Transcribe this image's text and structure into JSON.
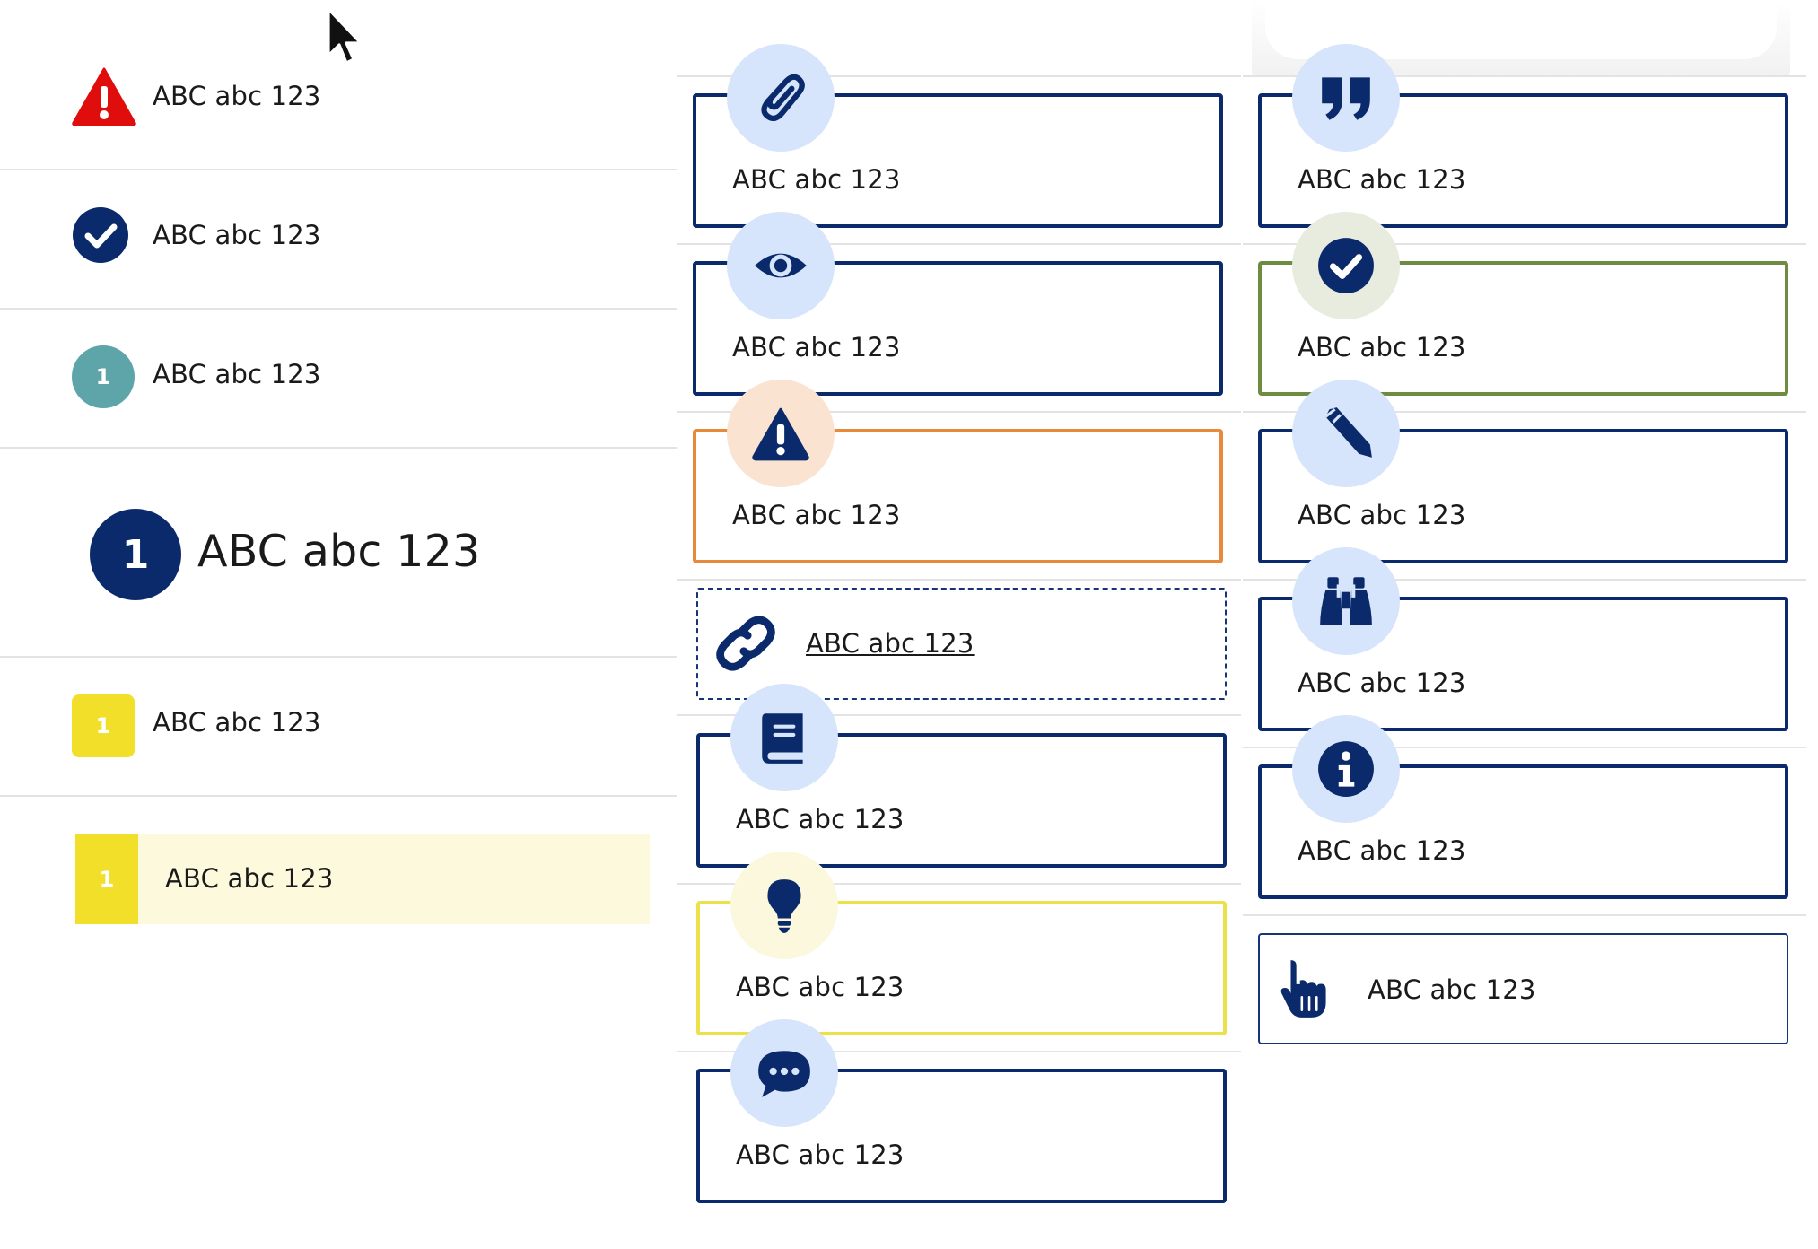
{
  "label": "ABC abc 123",
  "left_list": [
    {
      "icon": "warning-triangle-icon",
      "text": "ABC abc 123"
    },
    {
      "icon": "check-circle-icon",
      "text": "ABC abc 123"
    },
    {
      "icon": "number-circle-teal",
      "number": "1",
      "text": "ABC abc 123"
    },
    {
      "icon": "number-circle-navy-large",
      "number": "1",
      "text": "ABC abc 123"
    },
    {
      "icon": "number-square-yellow",
      "number": "1",
      "text": "ABC abc 123"
    },
    {
      "icon": "number-block-yellow",
      "number": "1",
      "text": "ABC abc 123"
    }
  ],
  "middle_cards": [
    {
      "icon": "paperclip-icon",
      "text": "ABC abc 123",
      "variant": "navy"
    },
    {
      "icon": "eye-icon",
      "text": "ABC abc 123",
      "variant": "navy"
    },
    {
      "icon": "warning-icon",
      "text": "ABC abc 123",
      "variant": "orange"
    },
    {
      "icon": "link-icon",
      "text": "ABC abc 123",
      "variant": "dashed-link"
    },
    {
      "icon": "book-icon",
      "text": "ABC abc 123",
      "variant": "navy"
    },
    {
      "icon": "lightbulb-icon",
      "text": "ABC abc 123",
      "variant": "yellow"
    },
    {
      "icon": "speech-bubble-icon",
      "text": "ABC abc 123",
      "variant": "navy"
    }
  ],
  "right_cards": [
    {
      "icon": "quote-icon",
      "text": "ABC abc 123",
      "variant": "navy"
    },
    {
      "icon": "check-circle-icon",
      "text": "ABC abc 123",
      "variant": "green"
    },
    {
      "icon": "pencil-icon",
      "text": "ABC abc 123",
      "variant": "navy"
    },
    {
      "icon": "binoculars-icon",
      "text": "ABC abc 123",
      "variant": "navy"
    },
    {
      "icon": "info-icon",
      "text": "ABC abc 123",
      "variant": "navy"
    },
    {
      "icon": "pointing-hand-icon",
      "text": "ABC abc 123",
      "variant": "plain"
    }
  ],
  "colors": {
    "navy": "#0b2a6b",
    "red": "#e00d0d",
    "teal": "#5ea5aa",
    "yellow": "#f2df2a",
    "pale_yellow": "#fdf9dd",
    "orange": "#e88a3c",
    "olive": "#6e8c3f",
    "light_blue": "#d6e5fb"
  }
}
